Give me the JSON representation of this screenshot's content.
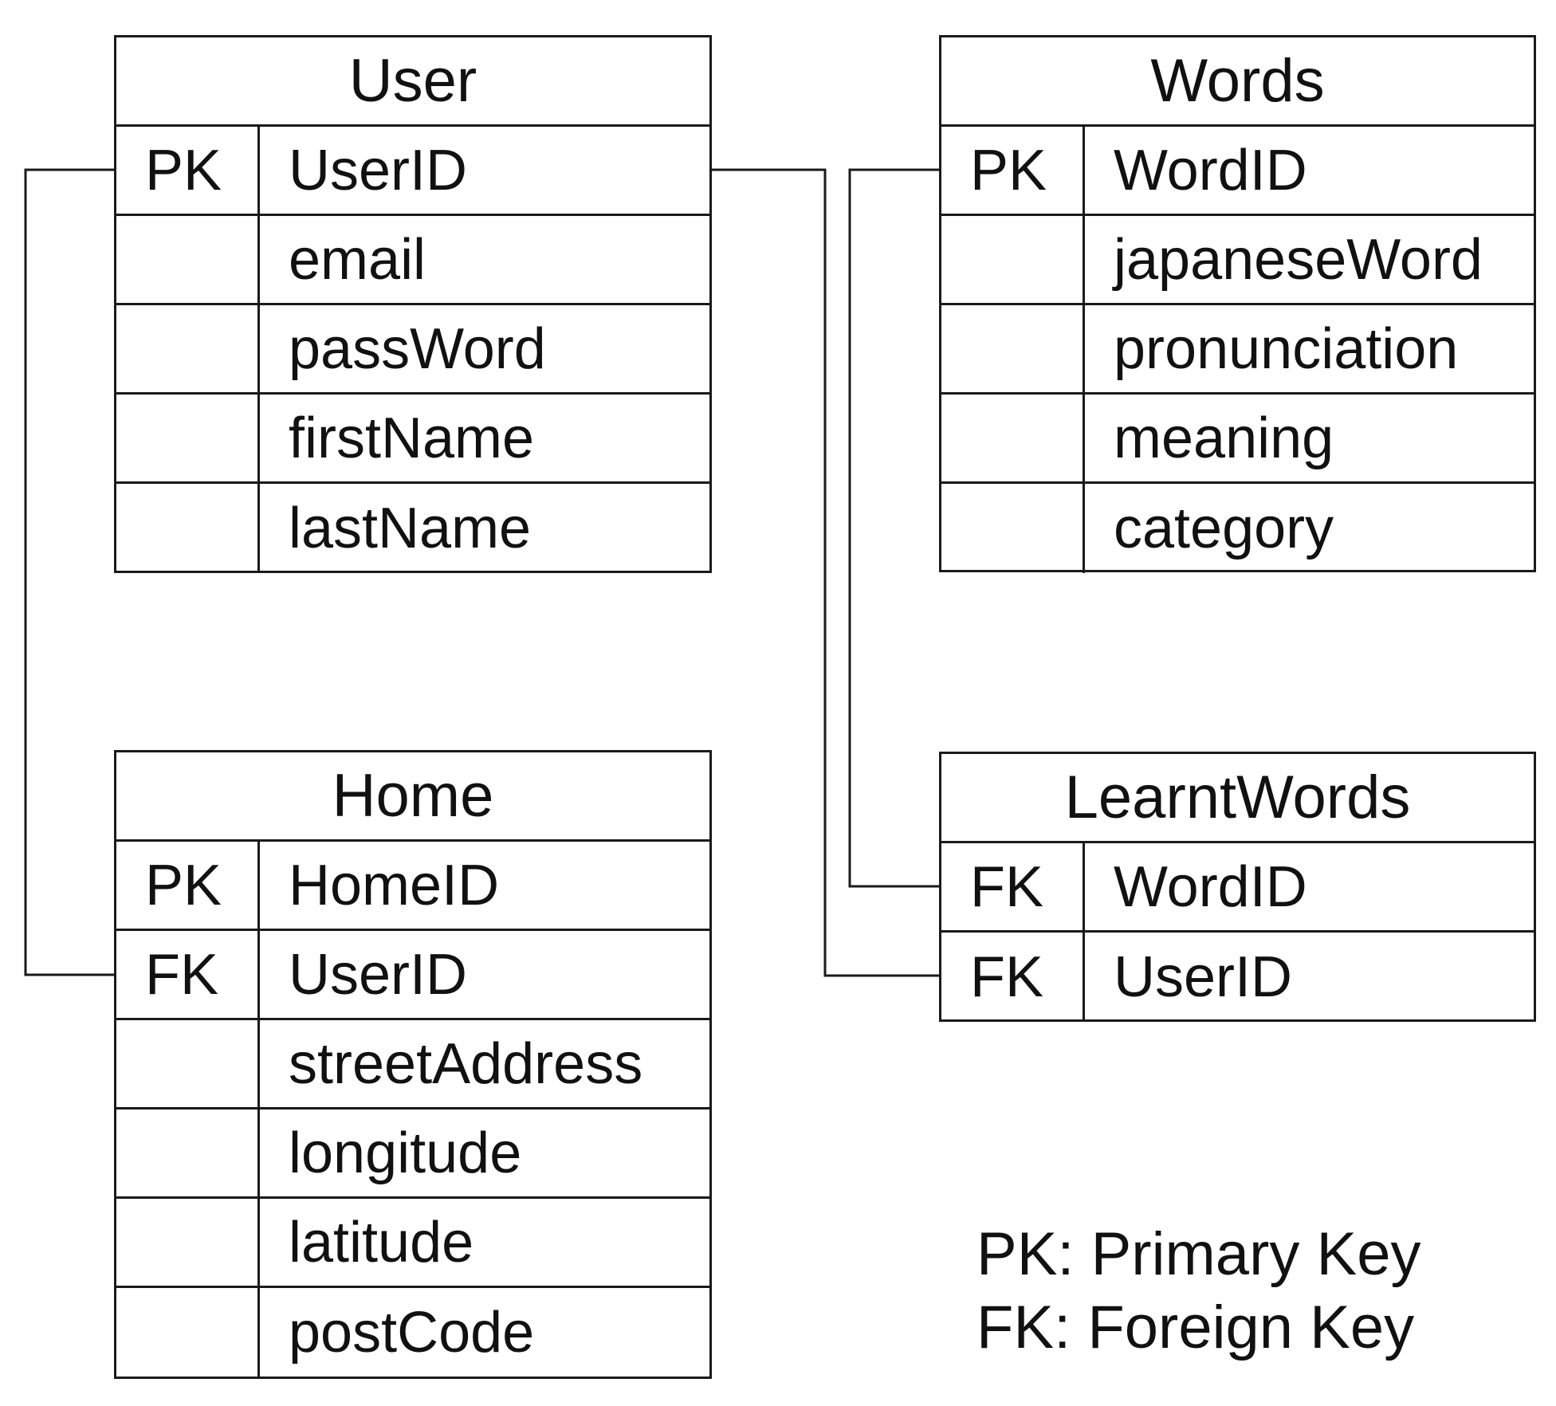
{
  "entities": {
    "user": {
      "title": "User",
      "rows": [
        {
          "key": "PK",
          "field": "UserID"
        },
        {
          "key": "",
          "field": "email"
        },
        {
          "key": "",
          "field": "passWord"
        },
        {
          "key": "",
          "field": "firstName"
        },
        {
          "key": "",
          "field": "lastName"
        }
      ]
    },
    "words": {
      "title": "Words",
      "rows": [
        {
          "key": "PK",
          "field": "WordID"
        },
        {
          "key": "",
          "field": "japaneseWord"
        },
        {
          "key": "",
          "field": "pronunciation"
        },
        {
          "key": "",
          "field": "meaning"
        },
        {
          "key": "",
          "field": "category"
        }
      ]
    },
    "home": {
      "title": "Home",
      "rows": [
        {
          "key": "PK",
          "field": "HomeID"
        },
        {
          "key": "FK",
          "field": "UserID"
        },
        {
          "key": "",
          "field": "streetAddress"
        },
        {
          "key": "",
          "field": "longitude"
        },
        {
          "key": "",
          "field": "latitude"
        },
        {
          "key": "",
          "field": "postCode"
        }
      ]
    },
    "learnt_words": {
      "title": "LearntWords",
      "rows": [
        {
          "key": "FK",
          "field": "WordID"
        },
        {
          "key": "FK",
          "field": "UserID"
        }
      ]
    }
  },
  "legend": {
    "pk": "PK: Primary Key",
    "fk": "FK: Foreign Key"
  }
}
